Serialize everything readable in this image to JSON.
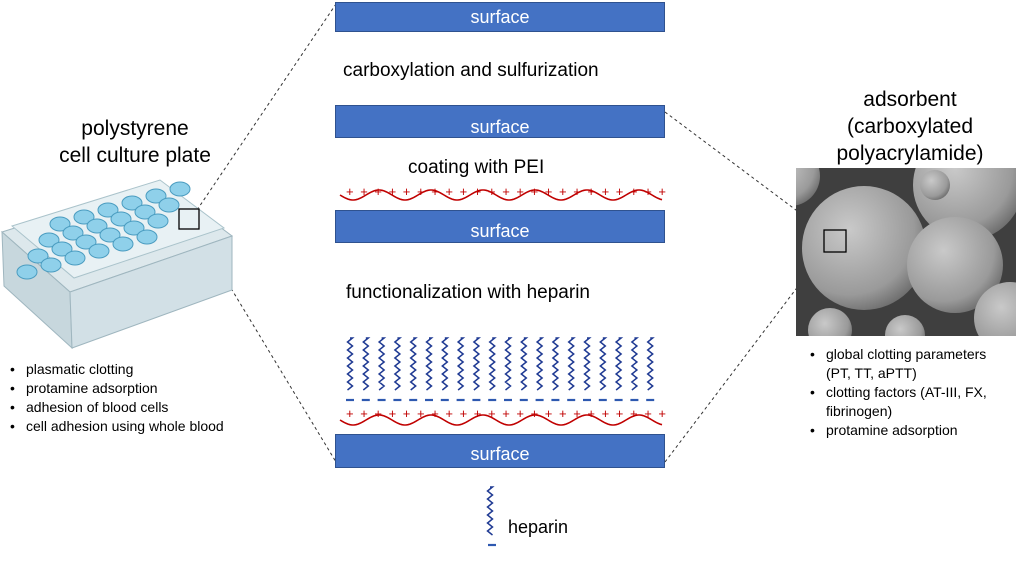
{
  "left": {
    "title_line1": "polystyrene",
    "title_line2": "cell culture plate",
    "bullets": [
      "plasmatic clotting",
      "protamine adsorption",
      "adhesion of blood cells",
      "cell adhesion using whole blood"
    ]
  },
  "right": {
    "title_line1": "adsorbent",
    "title_line2": "(carboxylated",
    "title_line3": "polyacrylamide)",
    "bullets": [
      "global clotting parameters",
      "(PT, TT, aPTT)",
      "clotting factors (AT-III, FX,",
      "fibrinogen)",
      "protamine adsorption"
    ]
  },
  "center": {
    "surface_label": "surface",
    "step1": "carboxylation and sulfurization",
    "step2": "coating with PEI",
    "step3": "functionalization with heparin",
    "legend_label": "heparin",
    "plus": "+",
    "minus": "–"
  },
  "colors": {
    "surface": "#4472c4",
    "pei": "#c00000",
    "heparin": "#1f3a93"
  }
}
